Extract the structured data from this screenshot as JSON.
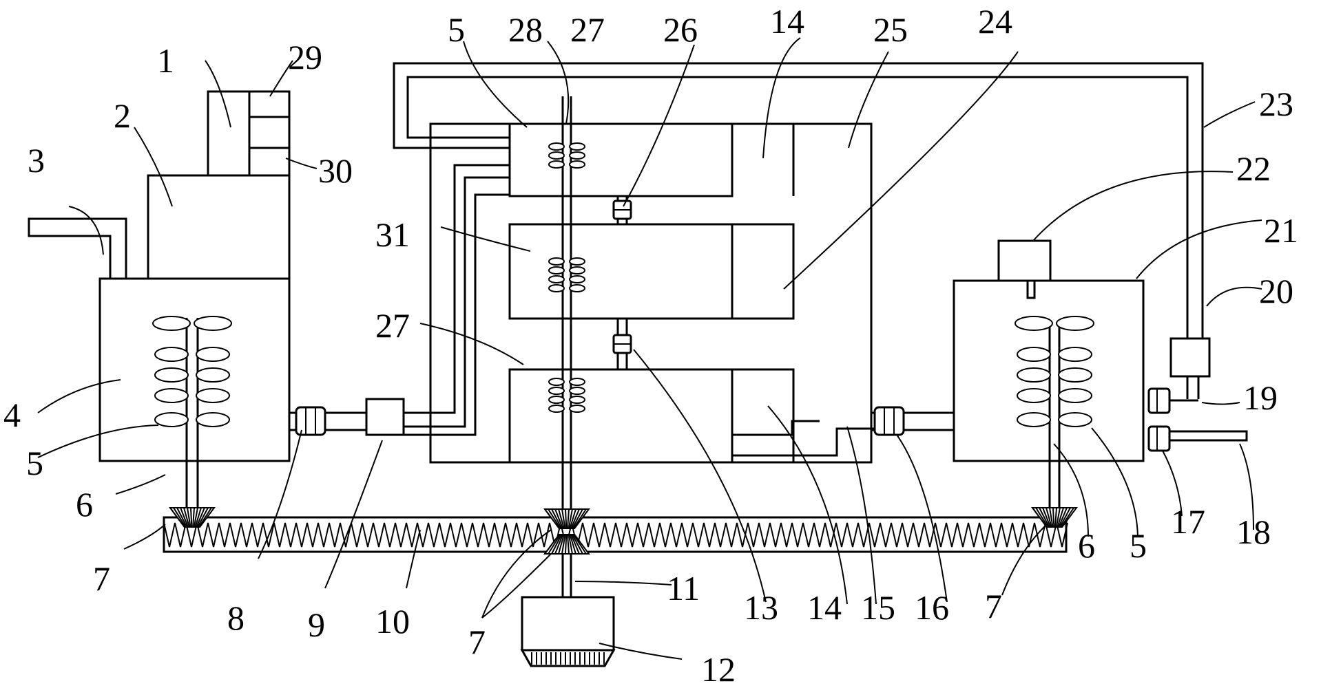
{
  "labels": [
    "1",
    "2",
    "3",
    "4",
    "5",
    "6",
    "7",
    "8",
    "9",
    "10",
    "11",
    "12",
    "13",
    "14",
    "15",
    "16",
    "17",
    "18",
    "19",
    "20",
    "21",
    "22",
    "23",
    "24",
    "25",
    "26",
    "27",
    "28",
    "29",
    "30",
    "31"
  ]
}
